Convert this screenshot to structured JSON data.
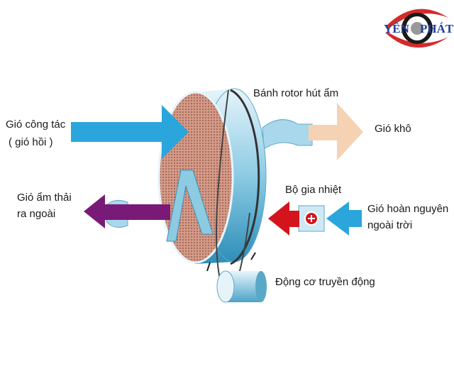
{
  "logo": {
    "text_left": "YÊN",
    "text_right": "PHÁT"
  },
  "labels": {
    "rotor": "Bánh rotor hút ẩm",
    "process_air_1": "Gió công tác",
    "process_air_2": "( gió hồi )",
    "dry_air": "Gió khô",
    "heater": "Bộ gia nhiệt",
    "wet_exhaust_1": "Gió ẩm thải",
    "wet_exhaust_2": "ra ngoài",
    "regen_air_1": "Gió hoàn nguyên",
    "regen_air_2": "ngoài trời",
    "motor": "Động cơ truyền động"
  },
  "colors": {
    "process_arrow": "#2aa6dc",
    "dry_arrow": "#f6d2b4",
    "heater_arrow": "#d4141c",
    "exhaust_arrow": "#7a1a78",
    "rotor_face": "#c98a78",
    "rotor_body": "#7fc3de",
    "logo_red": "#d42b2b",
    "logo_blue": "#1f3f9a"
  }
}
